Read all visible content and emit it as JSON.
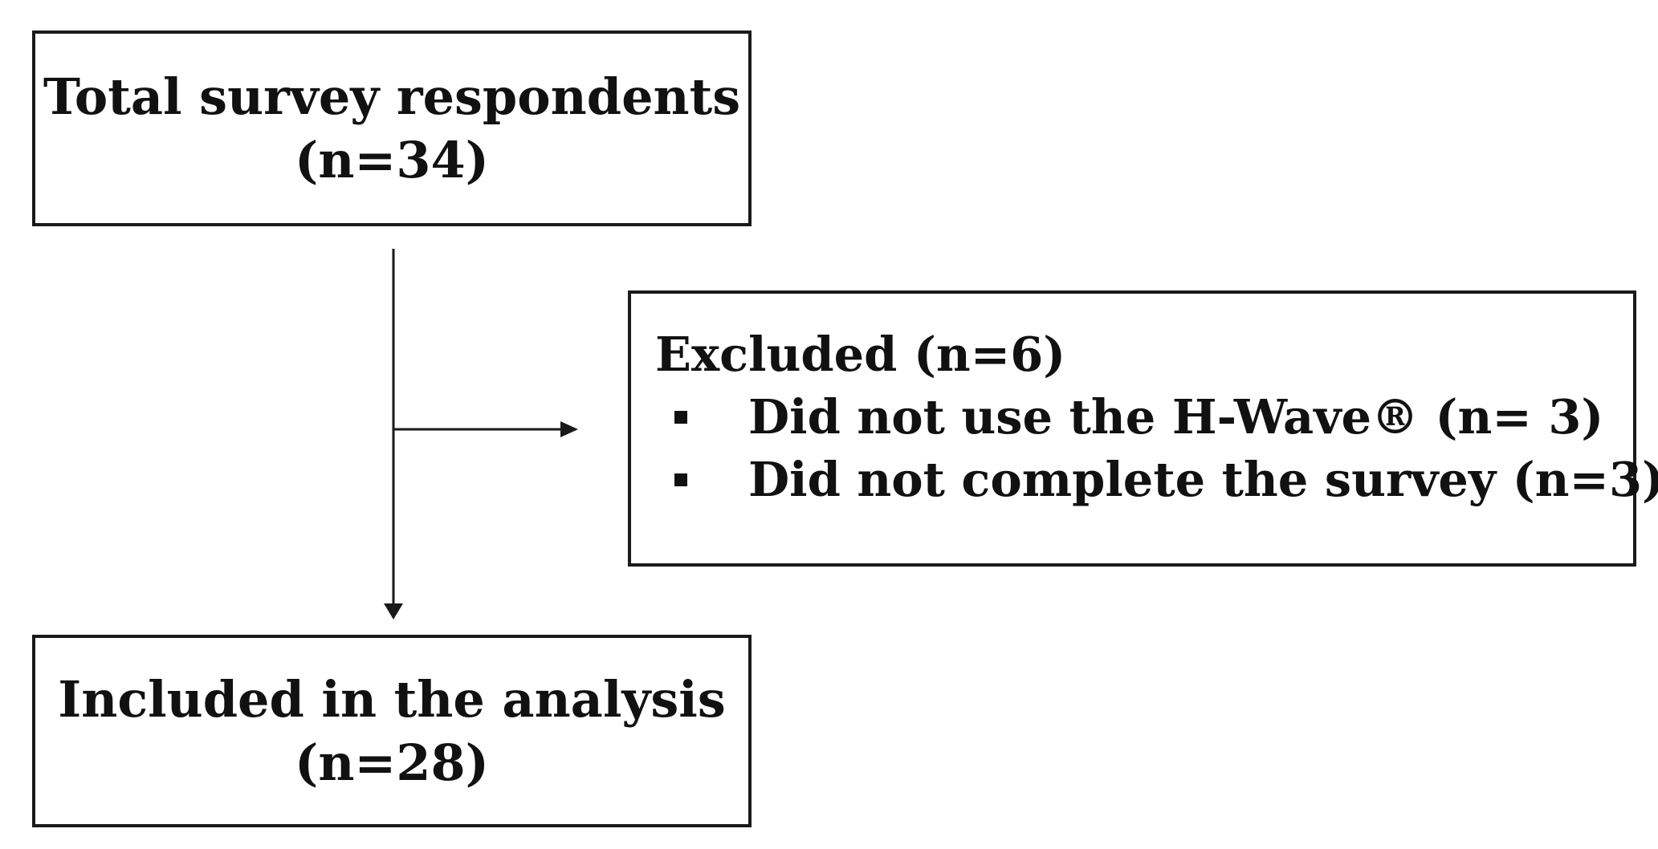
{
  "flow": {
    "total": {
      "label": "Total survey respondents",
      "count": "(n=34)"
    },
    "excluded": {
      "heading": "Excluded (n=6)",
      "reasons": [
        "Did not use the H-Wave® (n= 3)",
        "Did not complete the survey (n=3)"
      ]
    },
    "included": {
      "label": "Included in the analysis",
      "count": "(n=28)"
    }
  },
  "colors": {
    "line": "#1a1a1a",
    "text": "#111111",
    "background": "#ffffff"
  }
}
